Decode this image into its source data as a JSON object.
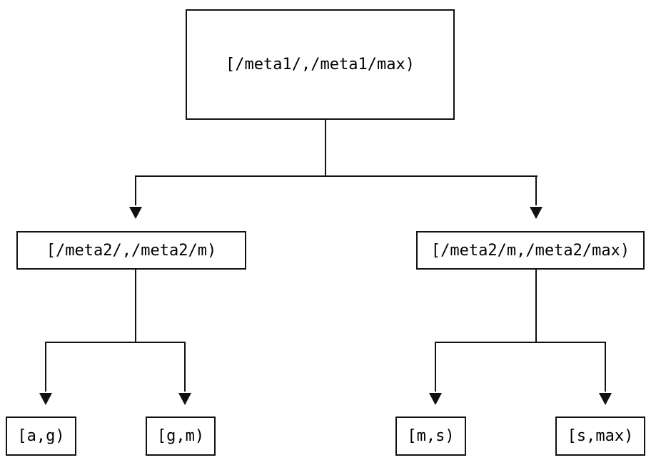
{
  "diagram": {
    "type": "interval-partition-tree",
    "background_color": "#ffffff",
    "line_color": "#111111",
    "text_color": "#000000",
    "nodes": {
      "root": {
        "label": "[/meta1/,/meta1/max)"
      },
      "left": {
        "label": "[/meta2/,/meta2/m)"
      },
      "right": {
        "label": "[/meta2/m,/meta2/max)"
      },
      "leaf_ag": {
        "label": "[a,g)"
      },
      "leaf_gm": {
        "label": "[g,m)"
      },
      "leaf_ms": {
        "label": "[m,s)"
      },
      "leaf_smax": {
        "label": "[s,max)"
      }
    },
    "edges": [
      {
        "from": "root",
        "to": "left"
      },
      {
        "from": "root",
        "to": "right"
      },
      {
        "from": "left",
        "to": "leaf_ag"
      },
      {
        "from": "left",
        "to": "leaf_gm"
      },
      {
        "from": "right",
        "to": "leaf_ms"
      },
      {
        "from": "right",
        "to": "leaf_smax"
      }
    ]
  }
}
